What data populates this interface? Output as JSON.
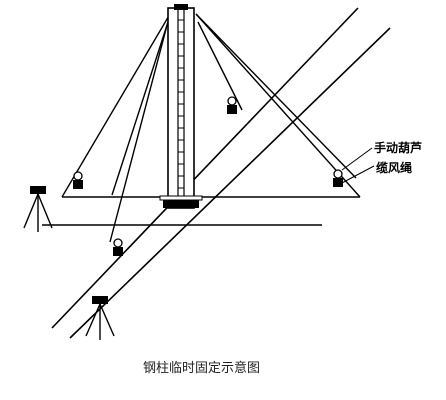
{
  "labels": {
    "hoist": "手动葫芦",
    "guy_rope": "缆风绳"
  },
  "caption": "钢柱临时固定示意图"
}
